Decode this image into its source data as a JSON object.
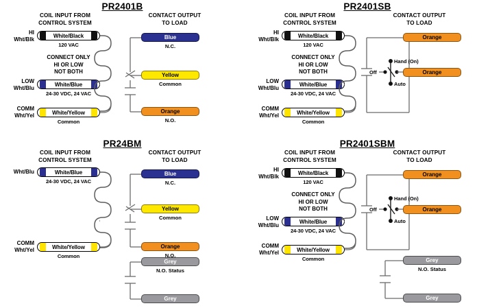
{
  "headers": {
    "input": "COIL INPUT FROM\nCONTROL SYSTEM",
    "output": "CONTACT OUTPUT\nTO LOAD"
  },
  "labels": {
    "note_connect": "CONNECT ONLY\nHI OR LOW\nNOT BOTH",
    "hi_lead": "HI\nWht/Blk",
    "low_lead": "LOW\nWht/Blu",
    "comm_lead": "COMM\nWht/Yel",
    "plain_blu_lead": "Wht/Blu",
    "wire_white_black": "White/Black",
    "wire_white_blue": "White/Blue",
    "wire_white_yellow": "White/Yellow",
    "volt_120": "120 VAC",
    "volt_24": "24-30 VDC, 24 VAC",
    "common": "Common",
    "nc": "N.C.",
    "no": "N.O.",
    "no_status": "N.O. Status",
    "blue": "Blue",
    "yellow": "Yellow",
    "orange": "Orange",
    "grey": "Grey",
    "off": "Off",
    "hand_on": "Hand (On)",
    "auto": "Auto"
  },
  "colors": {
    "blue": "#2b3190",
    "yellow": "#ffe800",
    "orange": "#f1901f",
    "grey": "#9a9a9e",
    "wire_line": "#6b6b6b",
    "outline": "#1a1a1a"
  },
  "panels": [
    {
      "id": "pr2401b",
      "title": "PR2401B",
      "inputs": [
        {
          "lead": "HI\nWht/Blk",
          "name": "White/Black",
          "band": "bk",
          "sub": "120 VAC"
        },
        {
          "lead": "LOW\nWht/Blu",
          "name": "White/Blue",
          "band": "bl",
          "sub": "24-30 VDC, 24 VAC"
        },
        {
          "lead": "COMM\nWht/Yel",
          "name": "White/Yellow",
          "band": "yl",
          "sub": "Common"
        }
      ],
      "note": "CONNECT ONLY\nHI OR LOW\nNOT BOTH",
      "outputs": [
        {
          "label": "Blue",
          "color": "blue",
          "caption": "N.C."
        },
        {
          "label": "Yellow",
          "color": "yellow",
          "caption": "Common"
        },
        {
          "label": "Orange",
          "color": "orange",
          "caption": "N.O."
        }
      ]
    },
    {
      "id": "pr2401sb",
      "title": "PR2401SB",
      "inputs": [
        {
          "lead": "HI\nWht/Blk",
          "name": "White/Black",
          "band": "bk",
          "sub": "120 VAC"
        },
        {
          "lead": "LOW\nWht/Blu",
          "name": "White/Blue",
          "band": "bl",
          "sub": "24-30 VDC, 24 VAC"
        },
        {
          "lead": "COMM\nWht/Yel",
          "name": "White/Yellow",
          "band": "yl",
          "sub": "Common"
        }
      ],
      "note": "CONNECT ONLY\nHI OR LOW\nNOT BOTH",
      "outputs": [
        {
          "label": "Orange",
          "color": "orange",
          "caption": ""
        },
        {
          "label": "Orange",
          "color": "orange",
          "caption": ""
        }
      ],
      "switch": {
        "off": "Off",
        "hand": "Hand (On)",
        "auto": "Auto"
      }
    },
    {
      "id": "pr24bm",
      "title": "PR24BM",
      "inputs": [
        {
          "lead": "Wht/Blu",
          "name": "White/Blue",
          "band": "bl",
          "sub": "24-30 VDC, 24 VAC"
        },
        {
          "lead": "COMM\nWht/Yel",
          "name": "White/Yellow",
          "band": "yl",
          "sub": "Common"
        }
      ],
      "note": "",
      "outputs": [
        {
          "label": "Blue",
          "color": "blue",
          "caption": "N.C."
        },
        {
          "label": "Yellow",
          "color": "yellow",
          "caption": "Common"
        },
        {
          "label": "Orange",
          "color": "orange",
          "caption": "N.O."
        },
        {
          "label": "Grey",
          "color": "grey",
          "caption": "N.O. Status"
        },
        {
          "label": "Grey",
          "color": "grey",
          "caption": ""
        }
      ]
    },
    {
      "id": "pr2401sbm",
      "title": "PR2401SBM",
      "inputs": [
        {
          "lead": "HI\nWht/Blk",
          "name": "White/Black",
          "band": "bk",
          "sub": "120 VAC"
        },
        {
          "lead": "LOW\nWht/Blu",
          "name": "White/Blue",
          "band": "bl",
          "sub": "24-30 VDC, 24 VAC"
        },
        {
          "lead": "COMM\nWht/Yel",
          "name": "White/Yellow",
          "band": "yl",
          "sub": "Common"
        }
      ],
      "note": "CONNECT ONLY\nHI OR LOW\nNOT BOTH",
      "outputs": [
        {
          "label": "Orange",
          "color": "orange",
          "caption": ""
        },
        {
          "label": "Orange",
          "color": "orange",
          "caption": ""
        },
        {
          "label": "Grey",
          "color": "grey",
          "caption": "N.O. Status"
        },
        {
          "label": "Grey",
          "color": "grey",
          "caption": ""
        }
      ],
      "switch": {
        "off": "Off",
        "hand": "Hand (On)",
        "auto": "Auto"
      }
    }
  ]
}
